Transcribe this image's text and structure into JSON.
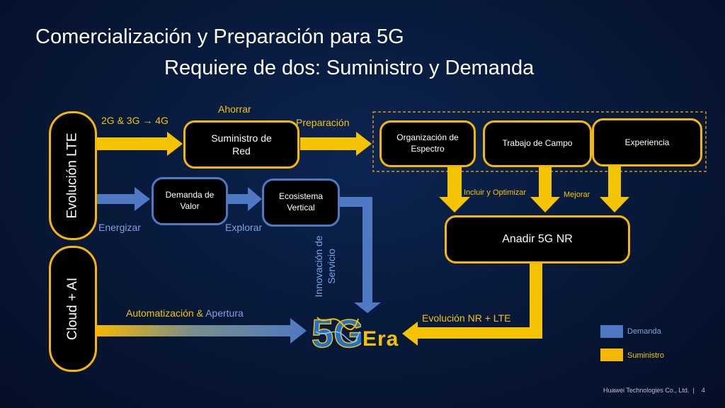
{
  "titles": {
    "line1": "Comercialización y Preparación para 5G",
    "line2": "Requiere de dos: Suministro y Demanda"
  },
  "left_pills": {
    "lte": "Evolución LTE",
    "cloud": "Cloud + AI"
  },
  "nodes": {
    "suministro_red": "Suministro de Red",
    "demanda_valor": "Demanda de Valor",
    "ecosistema": "Ecosistema Vertical",
    "espectro": "Organización de Espectro",
    "campo": "Trabajo de Campo",
    "experiencia": "Experiencia",
    "anadir": "Anadir 5G NR"
  },
  "labels": {
    "g234": "2G & 3G → 4G",
    "ahorrar": "Ahorrar",
    "preparacion": "Preparación",
    "energizar": "Energizar",
    "explorar": "Explorar",
    "innovacion": "Innovación de Servicio",
    "incluir": "Incluir y Optimizar",
    "mejorar": "Mejorar",
    "automatizacion": "Automatización &",
    "apertura": "Apertura",
    "evolucion_nr": "Evolución NR + LTE"
  },
  "logo": {
    "g5": "5G",
    "era": "Era"
  },
  "legend": {
    "demanda": "Demanda",
    "suministro": "Suministro"
  },
  "colors": {
    "supply": "#f5b800",
    "demand": "#4f79c2"
  },
  "footer": {
    "company": "Huawei Technologies Co., Ltd.",
    "page": "4"
  }
}
